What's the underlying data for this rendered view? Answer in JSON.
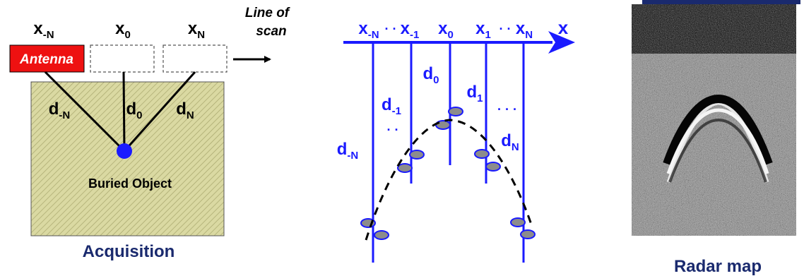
{
  "acquisition": {
    "positions": {
      "left": {
        "base": "x",
        "sub": "-N"
      },
      "center": {
        "base": "x",
        "sub": "0"
      },
      "right": {
        "base": "x",
        "sub": "N"
      }
    },
    "antenna_label": "Antenna",
    "scan_label_line1": "Line of",
    "scan_label_line2": "scan",
    "distances": {
      "left": {
        "base": "d",
        "sub": "-N"
      },
      "center": {
        "base": "d",
        "sub": "0"
      },
      "right": {
        "base": "d",
        "sub": "N"
      }
    },
    "object_label": "Buried Object",
    "caption": "Acquisition"
  },
  "scan": {
    "axis_labels": {
      "xmN": {
        "base": "x",
        "sub": "-N"
      },
      "dots_left": "· ·",
      "xm1": {
        "base": "x",
        "sub": "-1"
      },
      "x0": {
        "base": "x",
        "sub": "0"
      },
      "x1": {
        "base": "x",
        "sub": "1"
      },
      "dots_right": "· ·",
      "xN": {
        "base": "x",
        "sub": "N"
      },
      "x": "x"
    },
    "trace_labels": {
      "d0": {
        "base": "d",
        "sub": "0"
      },
      "d1": {
        "base": "d",
        "sub": "1"
      },
      "dm1": {
        "base": "d",
        "sub": "-1"
      },
      "dN": {
        "base": "d",
        "sub": "N"
      },
      "dmN": {
        "base": "d",
        "sub": "-N"
      },
      "dots_a": "· ·",
      "dots_b": "· · ·"
    }
  },
  "radar": {
    "caption": "Radar map"
  },
  "colors": {
    "blue": "#1a1aff",
    "antenna_red": "#ee1111",
    "soil": "#dad9a2",
    "navy": "#1a2a6e",
    "grey": "#8c8c8c"
  }
}
